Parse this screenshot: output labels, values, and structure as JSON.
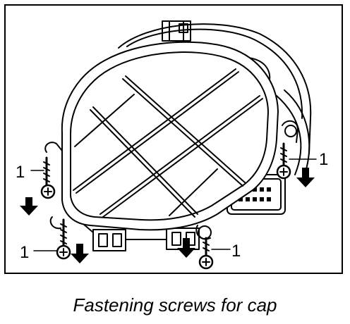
{
  "callouts": [
    {
      "id": "left-upper",
      "label": "1"
    },
    {
      "id": "left-lower",
      "label": "1"
    },
    {
      "id": "bottom-middle",
      "label": "1"
    },
    {
      "id": "right",
      "label": "1"
    }
  ],
  "caption": "Fastening screws for cap",
  "colors": {
    "line": "#000000",
    "background": "#ffffff"
  }
}
